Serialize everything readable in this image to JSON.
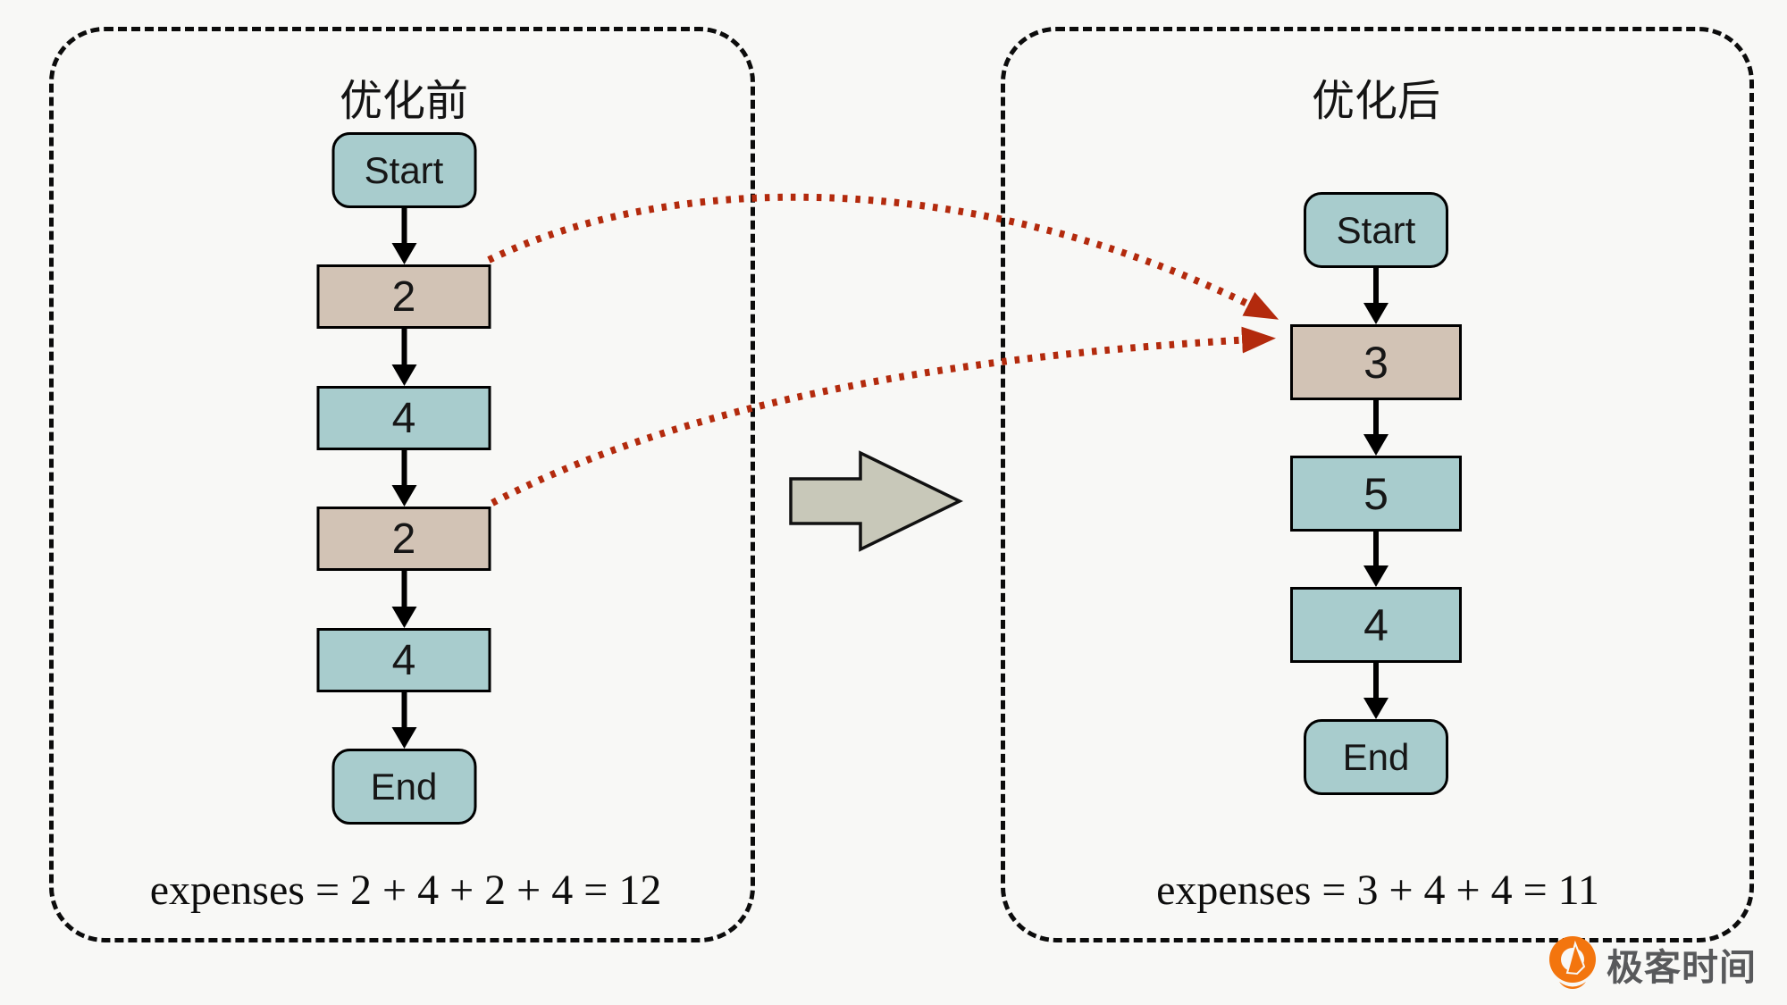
{
  "page": {
    "background": "#f8f8f6"
  },
  "panels": {
    "before": {
      "title": "优化前",
      "nodes": {
        "start": "Start",
        "n1": "2",
        "n2": "4",
        "n3": "2",
        "n4": "4",
        "end": "End"
      },
      "expenses": "expenses = 2 + 4 + 2 + 4 = 12"
    },
    "after": {
      "title": "优化后",
      "nodes": {
        "start": "Start",
        "n1": "3",
        "n2": "5",
        "n3": "4",
        "end": "End"
      },
      "expenses": "expenses = 3 + 4 + 4 = 11"
    }
  },
  "icons": {
    "down_arrow": "black solid downward flow arrow",
    "merge_arrow": "red dotted curved merge arrow",
    "block_arrow": "gray block transform arrow pointing right",
    "logo_mark": "geektime orange pin-Q logo"
  },
  "logo": {
    "text": "极客时间"
  },
  "colors": {
    "node_teal": "#a8cccd",
    "node_tan": "#d2c3b5",
    "red_arrow": "#b32a0d",
    "block_arrow_fill": "#c8c8b9",
    "border_black": "#000000",
    "logo_orange": "#f3750e",
    "logo_text_gray": "#58595b"
  }
}
